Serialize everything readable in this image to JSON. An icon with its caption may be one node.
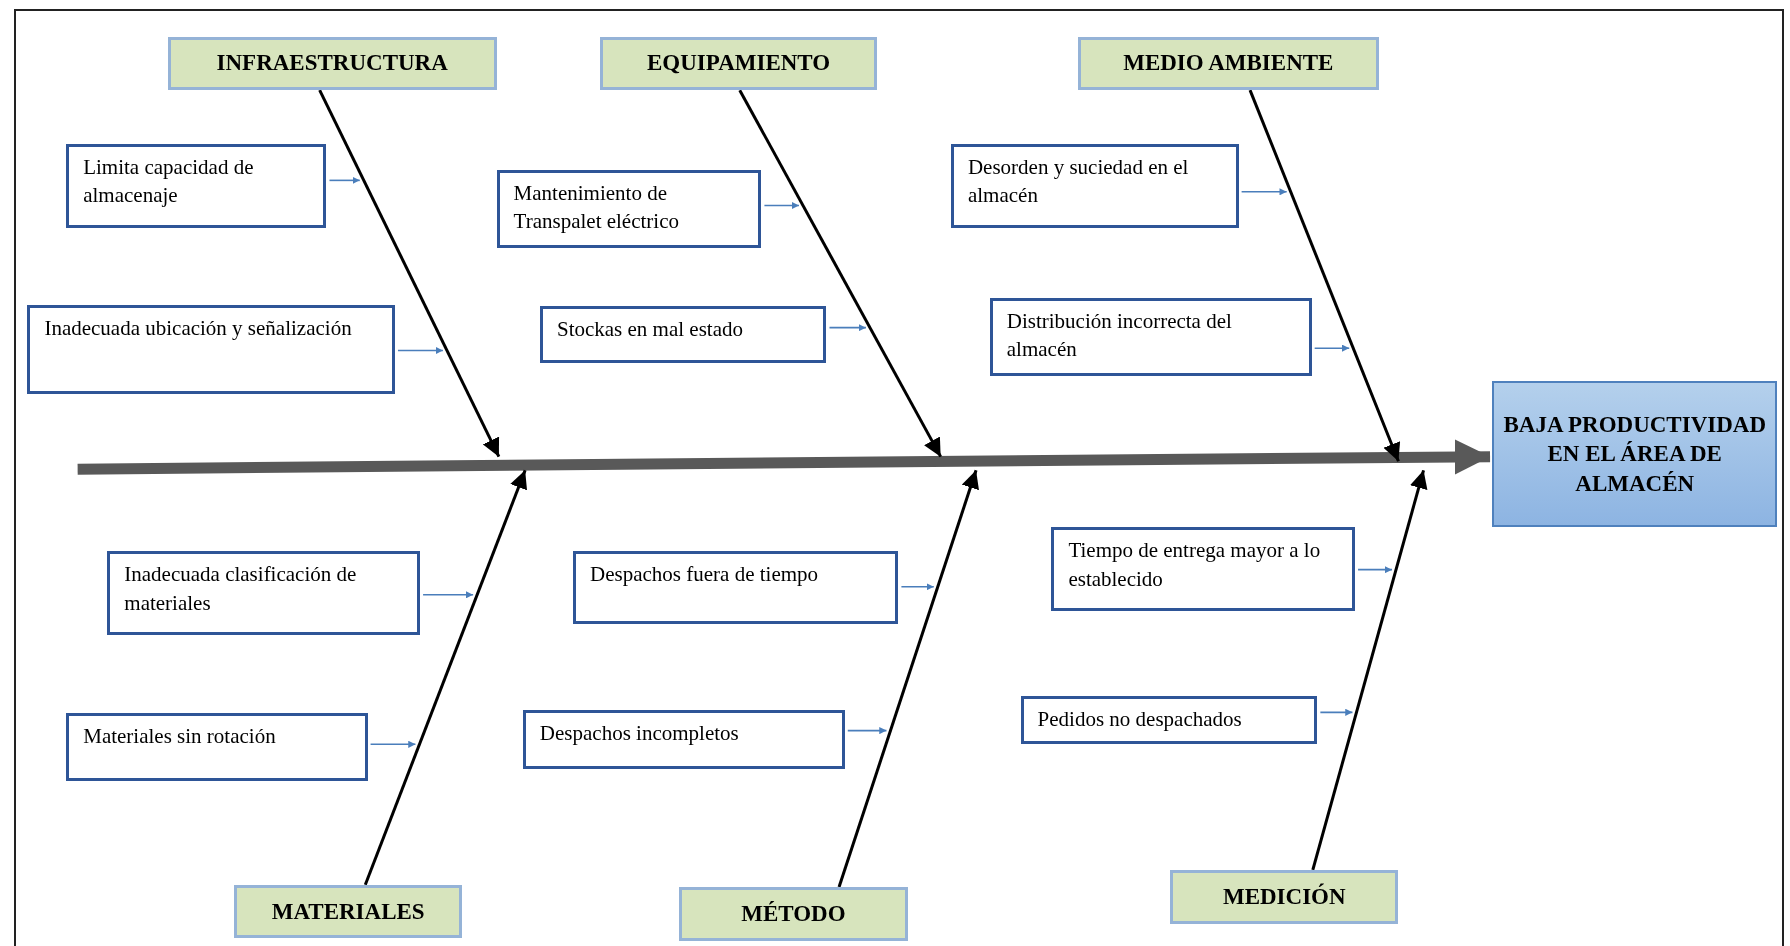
{
  "diagram": {
    "nodes": [
      {
        "text": [
          "INFRAESTRUCTURA"
        ]
      },
      {
        "text": [
          "EQUIPAMIENTO"
        ]
      },
      {
        "text": [
          "MEDIO AMBIENTE"
        ]
      },
      {
        "text": [
          "Limita capacidad de almacenaje"
        ]
      },
      {
        "text": [
          "Inadecuada ubicación y señalización"
        ]
      },
      {
        "text": [
          "Mantenimiento de Transpalet eléctrico"
        ]
      },
      {
        "text": [
          "Stockas en mal estado"
        ]
      },
      {
        "text": [
          "Desorden y suciedad en el almacén"
        ]
      },
      {
        "text": [
          "Distribución incorrecta del almacén"
        ]
      },
      {
        "text": [
          "BAJA PRODUCTIVIDAD EN EL ÁREA DE ALMACÉN"
        ]
      },
      {
        "text": [
          "Inadecuada clasificación de materiales"
        ]
      },
      {
        "text": [
          "Materiales sin rotación"
        ]
      },
      {
        "text": [
          "Despachos fuera de tiempo"
        ]
      },
      {
        "text": [
          "Despachos incompletos"
        ]
      },
      {
        "text": [
          "Tiempo de entrega mayor a lo establecido"
        ]
      },
      {
        "text": [
          "Pedidos no despachados"
        ]
      },
      {
        "text": [
          "MATERIALES"
        ]
      },
      {
        "text": [
          "MÉTODO"
        ]
      },
      {
        "text": [
          "MEDICIÓN"
        ]
      }
    ],
    "edges": [
      {
        "from": null,
        "to": 9,
        "arrow": "to",
        "style": "thick",
        "color": "#595959"
      },
      {
        "from": 0,
        "to": null,
        "arrow": "to",
        "color": "#000000"
      },
      {
        "from": 1,
        "to": null,
        "arrow": "to",
        "color": "#000000"
      },
      {
        "from": 2,
        "to": null,
        "arrow": "to",
        "color": "#000000"
      },
      {
        "from": 16,
        "to": null,
        "arrow": "to",
        "color": "#000000"
      },
      {
        "from": 17,
        "to": null,
        "arrow": "to",
        "color": "#000000"
      },
      {
        "from": 18,
        "to": null,
        "arrow": "to",
        "color": "#000000"
      },
      {
        "from": 3,
        "to": null,
        "arrow": "to"
      },
      {
        "from": 4,
        "to": null,
        "arrow": "to"
      },
      {
        "from": 5,
        "to": null,
        "arrow": "to"
      },
      {
        "from": 6,
        "to": null,
        "arrow": "to"
      },
      {
        "from": 7,
        "to": null,
        "arrow": "to"
      },
      {
        "from": 8,
        "to": null,
        "arrow": "to"
      },
      {
        "from": 10,
        "to": null,
        "arrow": "to"
      },
      {
        "from": 11,
        "to": null,
        "arrow": "to"
      },
      {
        "from": 12,
        "to": null,
        "arrow": "to"
      },
      {
        "from": 13,
        "to": null,
        "arrow": "to"
      },
      {
        "from": 14,
        "to": null,
        "arrow": "to"
      },
      {
        "from": 15,
        "to": null,
        "arrow": "to"
      }
    ]
  }
}
